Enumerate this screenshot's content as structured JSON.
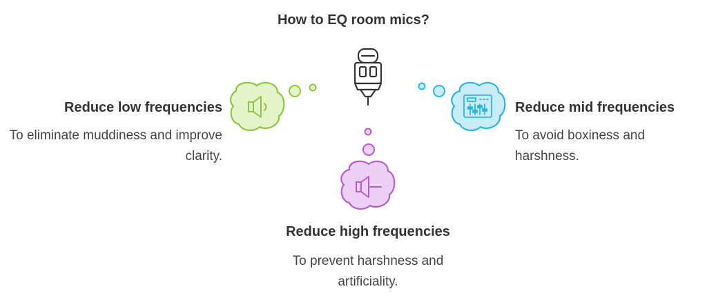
{
  "title": "How to EQ room mics?",
  "left": {
    "heading": "Reduce low frequencies",
    "description": "To eliminate muddiness and improve clarity.",
    "icon": "speaker-low-icon",
    "color": "#8dc63f",
    "fill": "#e4f3c9"
  },
  "right": {
    "heading": "Reduce mid frequencies",
    "description": "To avoid boxiness and harshness.",
    "icon": "equalizer-icon",
    "color": "#29b6e6",
    "fill": "#c9ecf8"
  },
  "bottom": {
    "heading": "Reduce high frequencies",
    "description": "To prevent harshness and artificiality.",
    "icon": "speaker-mute-icon",
    "color": "#b45bd6",
    "fill": "#ecd0f6"
  },
  "center_icon": "microphone-icon"
}
